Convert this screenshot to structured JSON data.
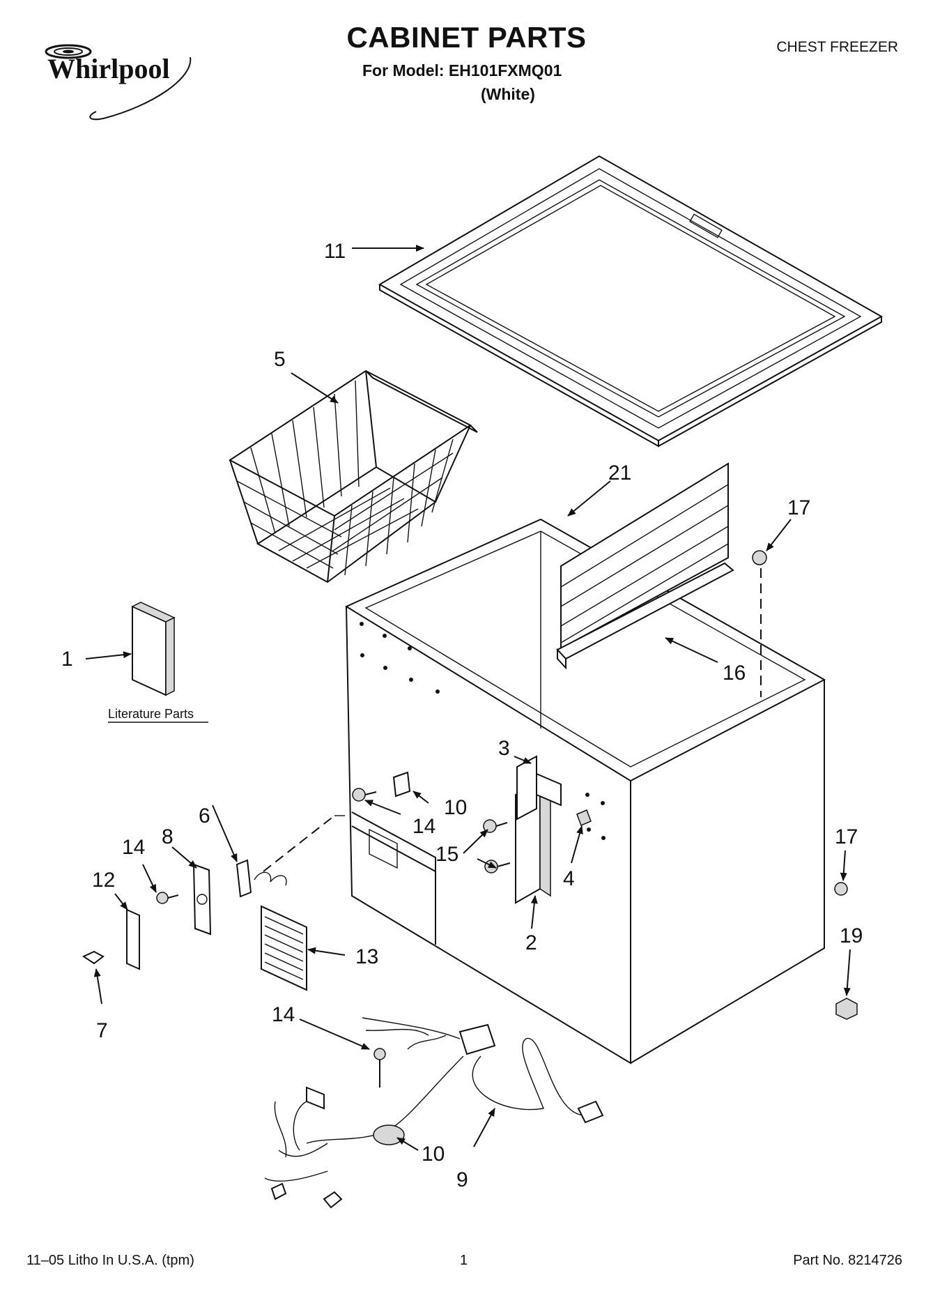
{
  "header": {
    "brand": "Whirlpool",
    "title": "CABINET PARTS",
    "model_line": "For Model: EH101FXMQ01",
    "color_line": "(White)",
    "category": "CHEST FREEZER"
  },
  "diagram": {
    "literature_label": "Literature Parts",
    "callouts": {
      "c1": "1",
      "c2": "2",
      "c3": "3",
      "c4": "4",
      "c5": "5",
      "c6": "6",
      "c7": "7",
      "c8": "8",
      "c9": "9",
      "c10a": "10",
      "c10b": "10",
      "c11": "11",
      "c12": "12",
      "c13": "13",
      "c14a": "14",
      "c14b": "14",
      "c14c": "14",
      "c15": "15",
      "c16": "16",
      "c17a": "17",
      "c17b": "17",
      "c19": "19",
      "c21": "21"
    }
  },
  "footer": {
    "left": "11–05 Litho In U.S.A. (tpm)",
    "center": "1",
    "right": "Part No. 8214726"
  }
}
